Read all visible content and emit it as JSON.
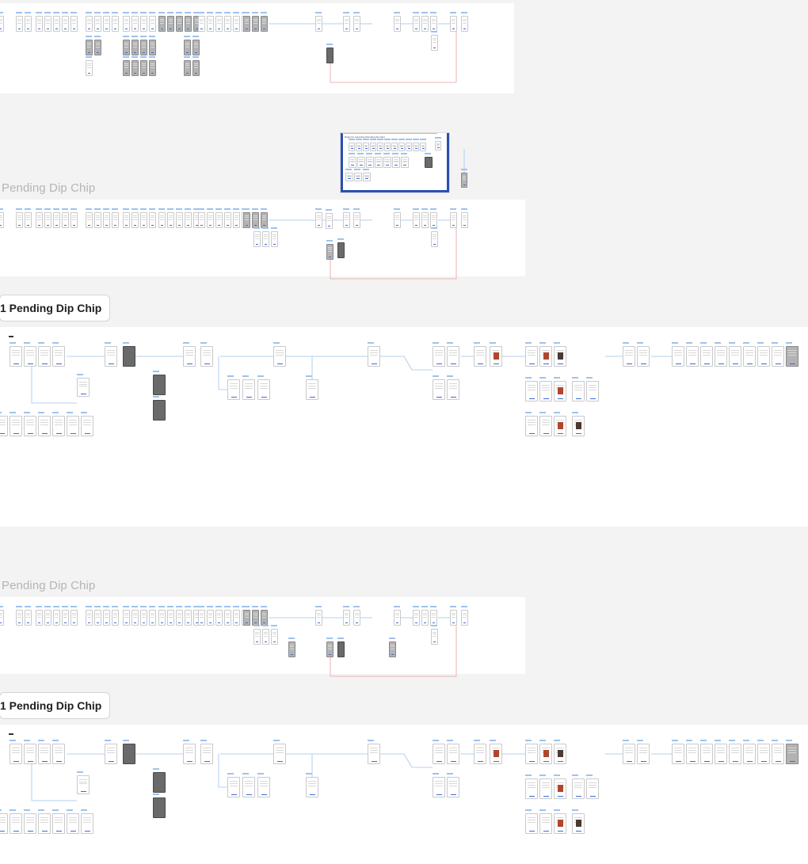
{
  "sections": {
    "a_title": "Pending Dip Chip",
    "b_chip": "1 Pending Dip Chip",
    "c_title": "Pending Dip Chip",
    "d_chip": "1 Pending Dip Chip"
  },
  "reference_board": {
    "heading": "Rules for executing (Pending dip chip)"
  },
  "colors": {
    "canvas_bg": "#f3f3f3",
    "board_bg": "#ffffff",
    "accent_blue": "#3d6bd8",
    "connector_blue": "#9ec3ee",
    "connector_red": "#e8a0a0",
    "muted_title": "#b5b5b5"
  },
  "icons": [
    "minus-icon"
  ]
}
